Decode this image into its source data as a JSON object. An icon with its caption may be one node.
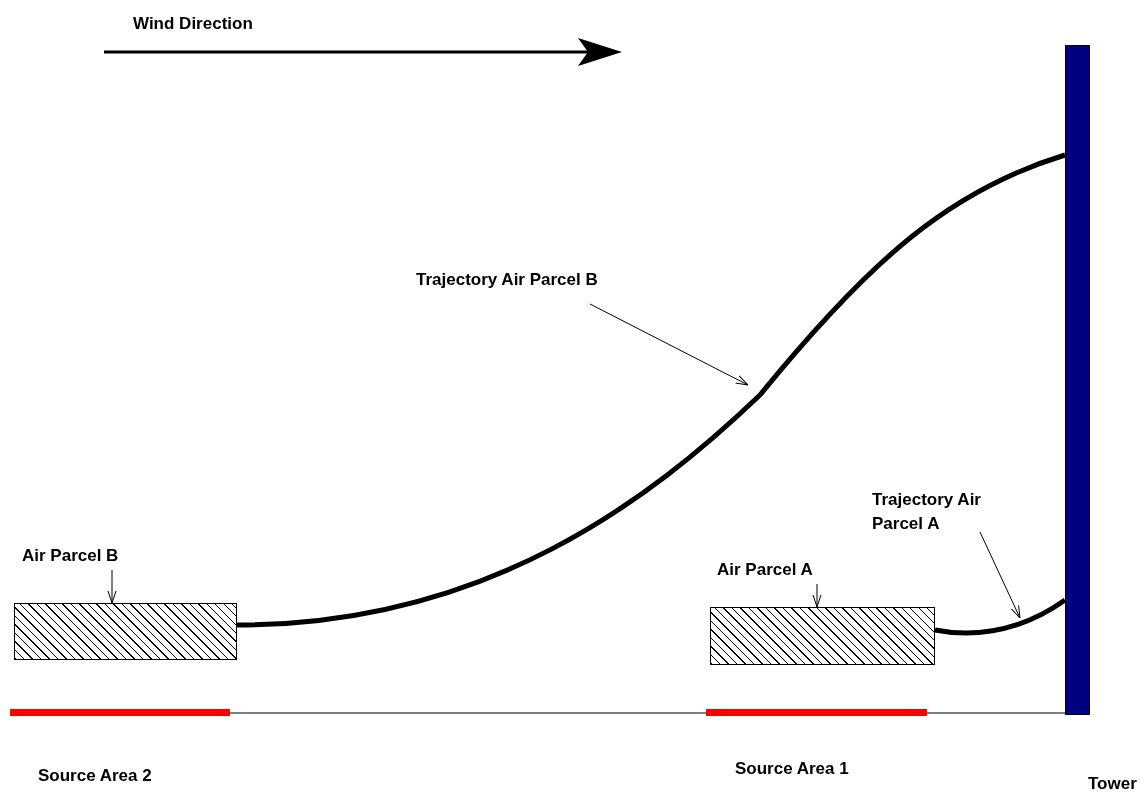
{
  "diagram": {
    "nodes": [
      {
        "text": [
          "Air Parcel B"
        ]
      },
      {
        "text": [],
        "shape": "box"
      },
      {
        "text": [
          "Air Parcel A"
        ]
      },
      {
        "text": [],
        "shape": "box"
      },
      {
        "text": [
          "Trajectory Air Parcel B"
        ]
      },
      {
        "text": [
          "Trajectory Air Parcel A"
        ]
      },
      {
        "text": [
          "Tower"
        ]
      },
      {
        "text": [
          "Source Area 2"
        ]
      },
      {
        "text": [
          "Source Area 1"
        ]
      }
    ],
    "edges": [
      {
        "from": 0,
        "to": 1,
        "arrow": "to"
      },
      {
        "from": 2,
        "to": 3,
        "arrow": "to"
      },
      {
        "from": 1,
        "to": 6,
        "arrow": "none",
        "style": "thick"
      },
      {
        "from": 3,
        "to": 6,
        "arrow": "none",
        "style": "thick"
      },
      {
        "from": 4,
        "to": null,
        "arrow": "to"
      },
      {
        "from": 5,
        "to": null,
        "arrow": "to"
      }
    ],
    "labels": [
      "Wind Direction"
    ]
  }
}
